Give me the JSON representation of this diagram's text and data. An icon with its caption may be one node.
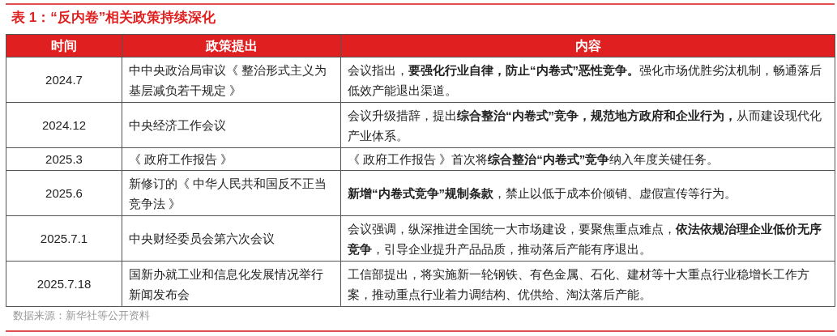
{
  "diagram": {
    "title": "表 1：“反内卷”相关政策持续深化",
    "labels": [
      "时间",
      "政策提出",
      "内容",
      "2024.7",
      "中中央政治局审议《 整治形式主义为基层减负若干规定 》",
      "会议指出，**要强化行业自律，防止“内卷式”恶性竞争。**强化市场优胜劣汰机制，畅通落后低效产能退出渠道。",
      "2024.12",
      "中央经济工作会议",
      "会议升级措辞，提出**综合整治“内卷式”竞争，规范地方政府和企业行为，**从而建设现代化产业体系。",
      "2025.3",
      "《 政府工作报告 》",
      "《 政府工作报告 》首次将**综合整治“内卷式”竞争**纳入年度关键任务。",
      "2025.6",
      "新修订的《 中华人民共和国反不正当竞争法 》",
      "**新增“内卷式竞争”规制条款**，禁止以低于成本价倾销、虚假宣传等行为。",
      "2025.7.1",
      "中央财经委员会第六次会议",
      "会议强调，纵深推进全国统一大市场建设，要聚焦重点难点，**依法依规治理企业低价无序竞争**，引导企业提升产品品质，推动落后产能有序退出。",
      "2025.7.18",
      "国新办就工业和信息化发展情况举行新闻发布会",
      "工信部提出，将实施新一轮钢铁、有色金属、石化、建材等十大重点行业稳增长工作方案，推动重点行业着力调结构、优供给、淘汰落后产能。",
      "数据来源：新华社等公开资料"
    ]
  }
}
